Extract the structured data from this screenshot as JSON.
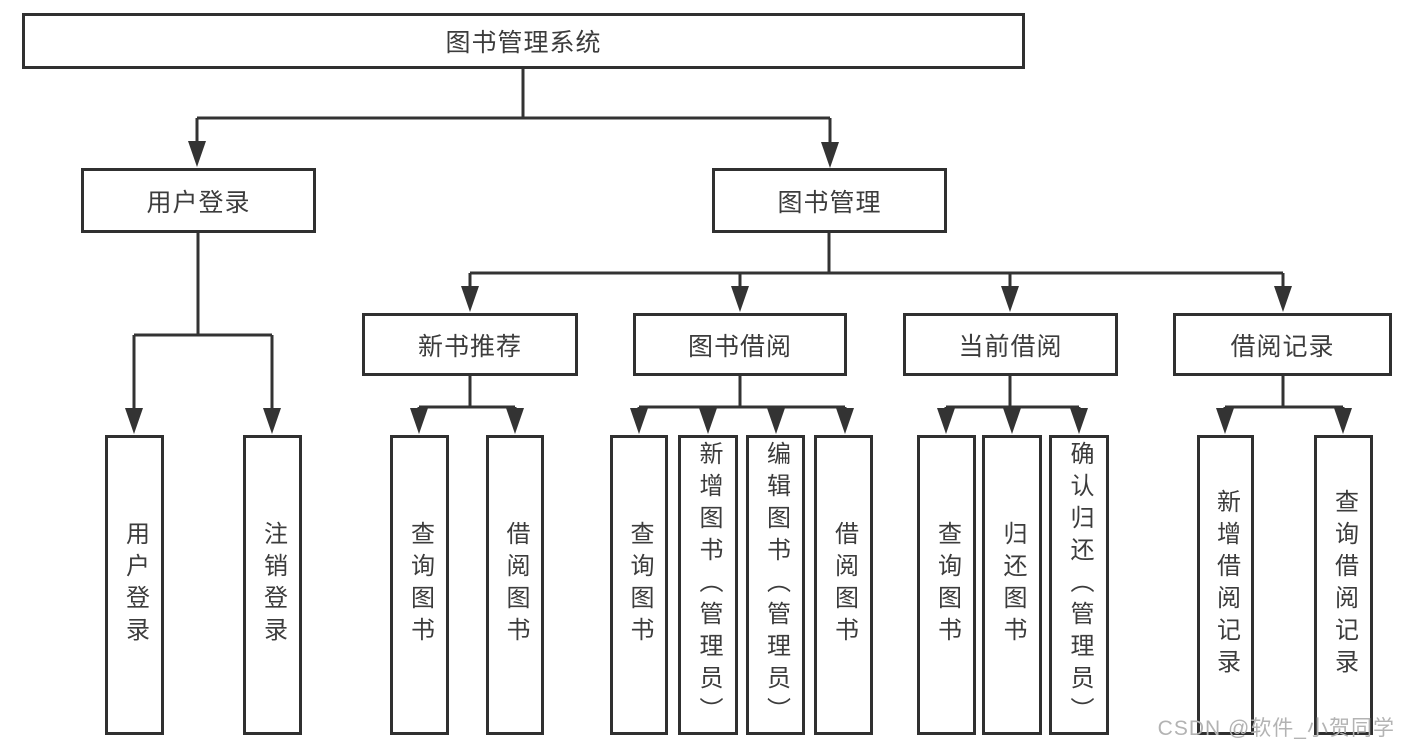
{
  "title": "图书管理系统",
  "structure": {
    "label": "图书管理系统",
    "children": [
      {
        "label": "用户登录",
        "children": [
          {
            "label": "用户登录"
          },
          {
            "label": "注销登录"
          }
        ]
      },
      {
        "label": "图书管理",
        "children": [
          {
            "label": "新书推荐",
            "children": [
              {
                "label": "查询图书"
              },
              {
                "label": "借阅图书"
              }
            ]
          },
          {
            "label": "图书借阅",
            "children": [
              {
                "label": "查询图书"
              },
              {
                "label": "新增图书（管理员）"
              },
              {
                "label": "编辑图书（管理员）"
              },
              {
                "label": "借阅图书"
              }
            ]
          },
          {
            "label": "当前借阅",
            "children": [
              {
                "label": "查询图书"
              },
              {
                "label": "归还图书"
              },
              {
                "label": "确认归还（管理员）"
              }
            ]
          },
          {
            "label": "借阅记录",
            "children": [
              {
                "label": "新增借阅记录"
              },
              {
                "label": "查询借阅记录"
              }
            ]
          }
        ]
      }
    ]
  },
  "watermark": "CSDN @软件_小贺同学",
  "colors": {
    "line": "#333333",
    "box_border": "#303030",
    "box_fill": "#ffffff",
    "text": "#3c3c3c",
    "watermark": "#b3b3b3"
  }
}
